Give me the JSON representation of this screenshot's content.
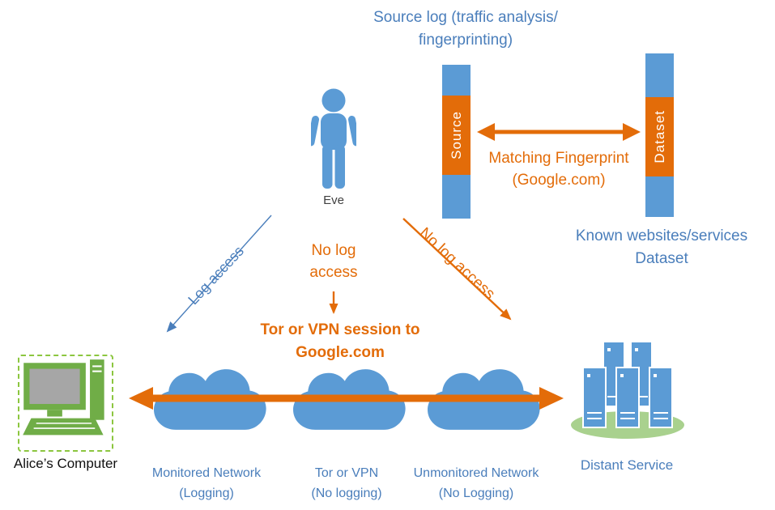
{
  "colors": {
    "blue_shape": "#5B9BD5",
    "blue_text": "#4A7EBB",
    "orange": "#E36C09",
    "green": "#70AD47",
    "green_light": "#A9D18E"
  },
  "header": {
    "source_log_title": "Source log (traffic analysis/\nfingerprinting)"
  },
  "eve": {
    "label": "Eve"
  },
  "fingerprinting": {
    "source_bar_label": "Source",
    "dataset_bar_label": "Dataset",
    "matching_label": "Matching Fingerprint\n(Google.com)",
    "known_dataset_label": "Known websites/services\nDataset"
  },
  "access": {
    "log_access_label": "Log access",
    "no_log_access_center_label": "No log\naccess",
    "no_log_access_right_label": "No log access",
    "session_label": "Tor or VPN session to\nGoogle.com"
  },
  "bottom": {
    "alice_label": "Alice’s Computer",
    "monitored_label": "Monitored Network\n(Logging)",
    "tor_vpn_label": "Tor or VPN\n(No logging)",
    "unmonitored_label": "Unmonitored Network\n(No Logging)",
    "distant_label": "Distant Service"
  }
}
